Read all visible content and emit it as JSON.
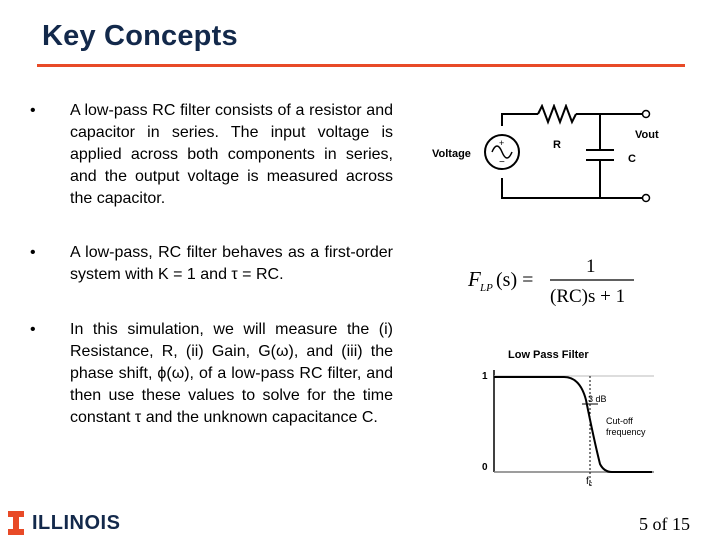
{
  "slide": {
    "title": "Key Concepts",
    "bullets": [
      "A low-pass RC filter consists of a resistor and capacitor in series.   The input voltage is applied across both components in series, and the output voltage is measured across the capacitor.",
      "A low-pass, RC filter behaves as a first-order system with K = 1 and τ = RC.",
      "In this simulation, we will measure the (i) Resistance, R, (ii) Gain, G(ω), and (iii) the phase shift, ϕ(ω), of a low-pass RC filter, and then use these values to solve for the time constant τ and the unknown capacitance C."
    ],
    "bullet_marker": "•"
  },
  "circuit": {
    "voltage_label": "Voltage",
    "resistor_label": "R",
    "capacitor_label": "C",
    "output_label": "Vout"
  },
  "formula": {
    "lhs_main": "F",
    "lhs_sub": "LP",
    "lhs_arg": "(s) =",
    "numerator": "1",
    "denominator": "(RC)s + 1"
  },
  "lpf_plot": {
    "title": "Low Pass Filter",
    "y_tick_top": "1",
    "y_tick_bottom": "0",
    "annotation_3db": "3 dB",
    "cutoff_label_line1": "Cut-off",
    "cutoff_label_line2": "frequency",
    "fc_label": "f",
    "fc_sub": "c"
  },
  "footer": {
    "logo_text": "ILLINOIS",
    "page_number": "5 of 15"
  },
  "colors": {
    "title": "#13294B",
    "rule": "#E84A27",
    "logo_orange": "#E84A27"
  }
}
